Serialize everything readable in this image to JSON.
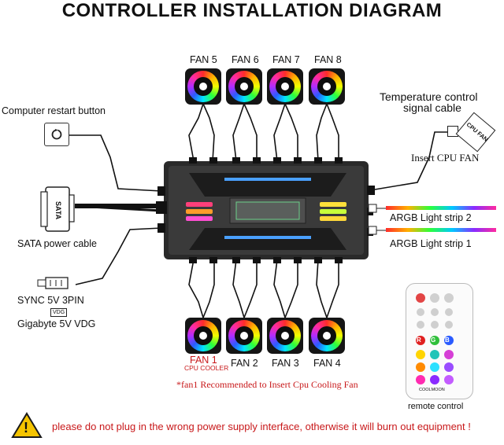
{
  "title": "CONTROLLER INSTALLATION DIAGRAM",
  "fans_top": [
    "FAN 5",
    "FAN 6",
    "FAN 7",
    "FAN 8"
  ],
  "fans_bottom": [
    "FAN 1",
    "FAN 2",
    "FAN 3",
    "FAN 4"
  ],
  "fan1_sub": "CPU COOLER",
  "fan1_note": "*fan1 Recommended to Insert  Cpu Cooling Fan",
  "left": {
    "restart": "Computer restart button",
    "sata_power": "SATA power cable",
    "sata_tag": "SATA",
    "sync": "SYNC 5V 3PIN",
    "vdg_tag": "VDG",
    "gigabyte": "Gigabyte 5V VDG"
  },
  "right": {
    "temp_line1": "Temperature control",
    "temp_line2": "signal cable",
    "cpu_fan_tag": "CPU FAN",
    "insert_cpu": "Insert CPU FAN",
    "strip2": "ARGB Light strip 2",
    "strip1": "ARGB Light strip 1"
  },
  "remote": {
    "caption": "remote control",
    "brand": "COOLMOON",
    "rgb": [
      "R",
      "G",
      "B"
    ]
  },
  "warning": "please do not plug in the wrong power supply interface, otherwise it will burn out equipment !",
  "warning_mark": "!",
  "colors": {
    "warning_red": "#c8181a",
    "warning_yellow": "#f5c400",
    "hub_body": "#2a2a2a"
  }
}
